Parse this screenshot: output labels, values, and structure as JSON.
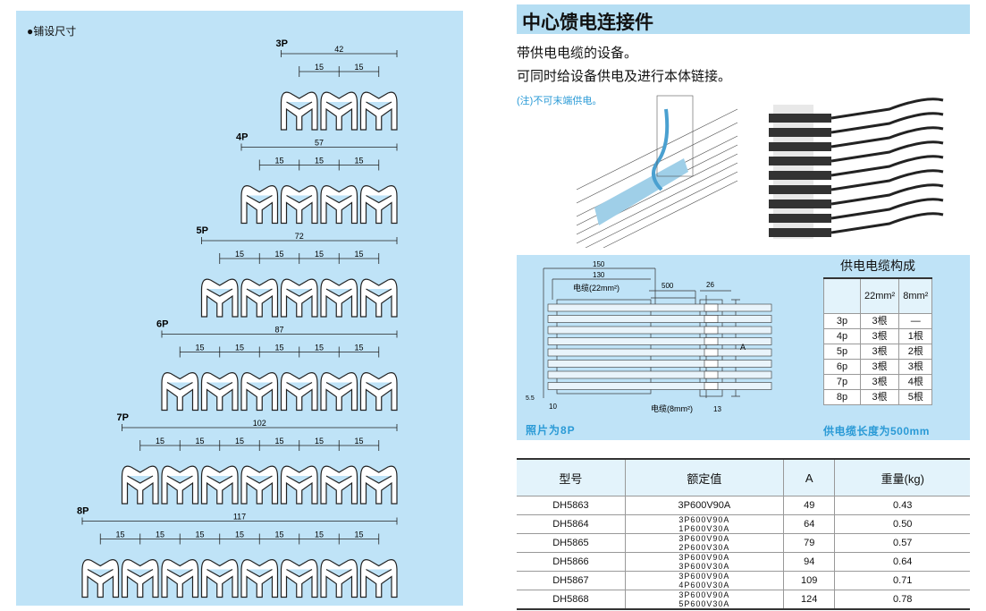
{
  "layout": {
    "title": "●铺设尺寸",
    "rows": [
      {
        "label": "3P",
        "total": "42",
        "pitch": "15",
        "count": 3
      },
      {
        "label": "4P",
        "total": "57",
        "pitch": "15",
        "count": 4
      },
      {
        "label": "5P",
        "total": "72",
        "pitch": "15",
        "count": 5
      },
      {
        "label": "6P",
        "total": "87",
        "pitch": "15",
        "count": 6
      },
      {
        "label": "7P",
        "total": "102",
        "pitch": "15",
        "count": 7
      },
      {
        "label": "8P",
        "total": "117",
        "pitch": "15",
        "count": 8
      }
    ]
  },
  "header": {
    "title": "中心馈电连接件",
    "line1": "带供电电缆的设备。",
    "line2": "可同时给设备供电及进行本体链接。",
    "note": "(注)不可末端供电。"
  },
  "drawing": {
    "photo_caption": "照片为8P",
    "dims": {
      "d150": "150",
      "d130": "130",
      "cable22": "电缆(22mm²)",
      "d500": "500",
      "d26": "26",
      "cable8": "电缆(8mm²)",
      "d10": "10",
      "d13": "13",
      "d55": "5.5",
      "A": "A"
    }
  },
  "cable_table": {
    "title": "供电电缆构成",
    "cols": [
      "22mm²",
      "8mm²"
    ],
    "rows": [
      [
        "3p",
        "3根",
        "—"
      ],
      [
        "4p",
        "3根",
        "1根"
      ],
      [
        "5p",
        "3根",
        "2根"
      ],
      [
        "6p",
        "3根",
        "3根"
      ],
      [
        "7p",
        "3根",
        "4根"
      ],
      [
        "8p",
        "3根",
        "5根"
      ]
    ],
    "note": "供电缆长度为500mm"
  },
  "spec_table": {
    "headers": [
      "型号",
      "额定值",
      "A",
      "重量(kg)"
    ],
    "rows": [
      {
        "model": "DH5863",
        "rating": [
          "3P600V90A"
        ],
        "A": "49",
        "weight": "0.43"
      },
      {
        "model": "DH5864",
        "rating": [
          "3P600V90A",
          "1P600V30A"
        ],
        "A": "64",
        "weight": "0.50"
      },
      {
        "model": "DH5865",
        "rating": [
          "3P600V90A",
          "2P600V30A"
        ],
        "A": "79",
        "weight": "0.57"
      },
      {
        "model": "DH5866",
        "rating": [
          "3P600V90A",
          "3P600V30A"
        ],
        "A": "94",
        "weight": "0.64"
      },
      {
        "model": "DH5867",
        "rating": [
          "3P600V90A",
          "4P600V30A"
        ],
        "A": "109",
        "weight": "0.71"
      },
      {
        "model": "DH5868",
        "rating": [
          "3P600V90A",
          "5P600V30A"
        ],
        "A": "124",
        "weight": "0.78"
      }
    ]
  },
  "colors": {
    "panel": "#bfe3f7",
    "accent": "#2a9ad6"
  }
}
